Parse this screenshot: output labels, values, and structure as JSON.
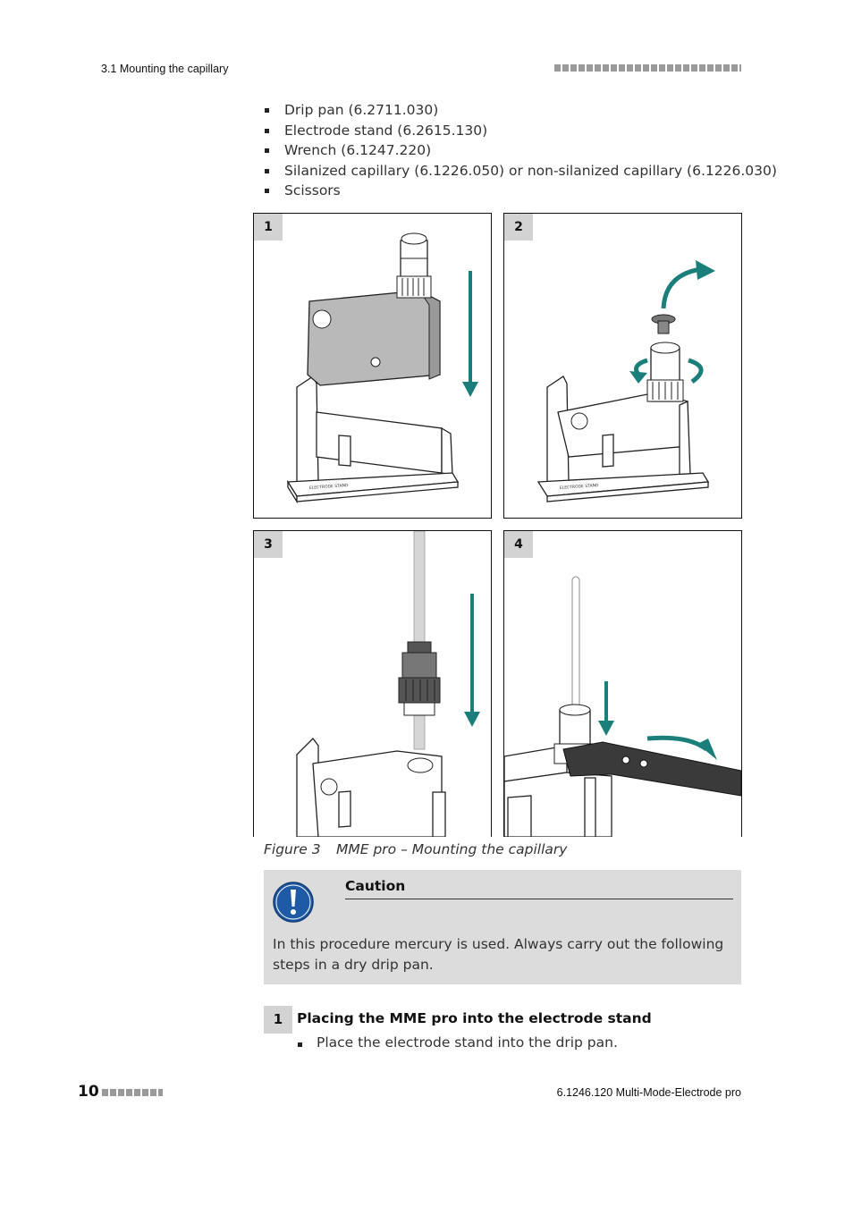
{
  "header": {
    "section": "3.1 Mounting the capillary"
  },
  "parts_list": [
    "Drip pan (6.2711.030)",
    "Electrode stand (6.2615.130)",
    "Wrench (6.1247.220)",
    "Silanized capillary (6.1226.050) or non-silanized capillary (6.1226.030)",
    "Scissors"
  ],
  "figure": {
    "panels": [
      {
        "number": "1",
        "stand_label": "ELECTRODE STAND"
      },
      {
        "number": "2",
        "stand_label": "ELECTRODE STAND"
      },
      {
        "number": "3"
      },
      {
        "number": "4"
      }
    ],
    "caption_number": "Figure 3",
    "caption_text": "MME pro – Mounting the capillary",
    "arrow_color": "#1a7f7a"
  },
  "caution": {
    "title": "Caution",
    "text": "In this procedure mercury is used. Always carry out the following steps in a dry drip pan.",
    "icon_color": "#1f5aa6"
  },
  "step": {
    "number": "1",
    "title": "Placing the MME pro into the electrode stand",
    "bullet": "Place the electrode stand into the drip pan."
  },
  "footer": {
    "page_number": "10",
    "doc_title": "6.1246.120 Multi-Mode-Electrode pro"
  }
}
